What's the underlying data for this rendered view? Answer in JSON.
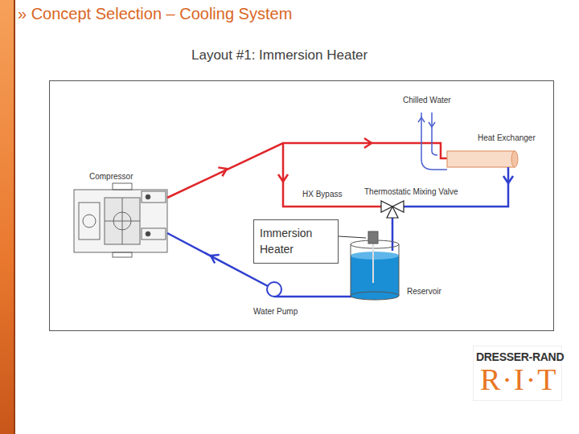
{
  "diagram": {
    "title": "» Concept Selection – Cooling System",
    "nodes": [
      {
        "text": [
          "Immersion Heater"
        ]
      }
    ],
    "labels": [
      "Layout #1: Immersion Heater",
      "Chilled Water",
      "Heat Exchanger",
      "Compressor",
      "HX Bypass",
      "Thermostatic Mixing Valve",
      "Reservoir",
      "Water Pump",
      "DRESSER-RAND",
      "R·I·T"
    ]
  }
}
